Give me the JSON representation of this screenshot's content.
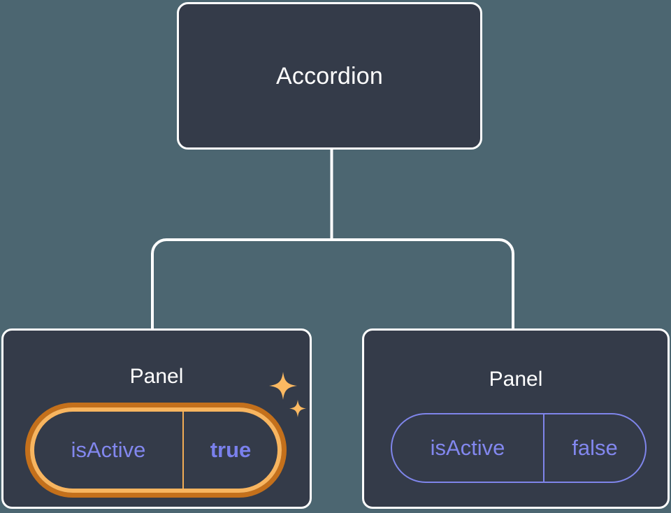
{
  "diagram": {
    "type": "component-tree",
    "background_color": "#4c6671",
    "node_fill_color": "#343b49",
    "node_border_color": "#ffffff",
    "edge_color": "#ffffff",
    "prop_text_color": "#8287ee",
    "highlight_outer_color": "#c4701b",
    "highlight_inner_color": "#f8b55f",
    "sparkle_color": "#fbb962",
    "root": {
      "label": "Accordion"
    },
    "children": [
      {
        "label": "Panel",
        "highlighted": true,
        "sparkle_icon": "sparkles-icon",
        "prop": {
          "key": "isActive",
          "value": "true"
        }
      },
      {
        "label": "Panel",
        "highlighted": false,
        "prop": {
          "key": "isActive",
          "value": "false"
        }
      }
    ]
  }
}
